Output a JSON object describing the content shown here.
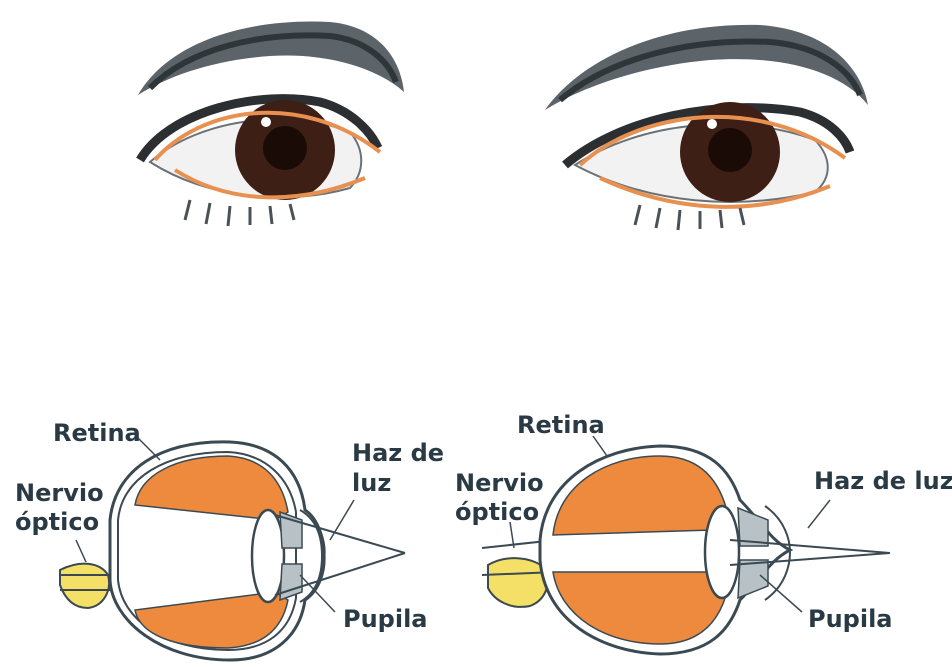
{
  "colors": {
    "eye_outline": "#e89050",
    "iris": "#3e1f16",
    "orange_fill": "#ee8a3e",
    "lens_fill": "#b8c2c6",
    "nerve_fill": "#f4e066",
    "stroke": "#3b4a52",
    "label_text": "#2a3a44"
  },
  "icons": {
    "top_left": "eye-icon",
    "top_right": "eye-icon",
    "bottom_left": "eyeball-cross-section-icon",
    "bottom_right": "eyeball-cross-section-icon"
  },
  "diagrams": [
    {
      "retina": "Retina",
      "nervio_line1": "Nervio",
      "nervio_line2": "óptico",
      "haz_line1": "Haz de",
      "haz_line2": "luz",
      "pupila": "Pupila"
    },
    {
      "retina": "Retina",
      "nervio_line1": "Nervio",
      "nervio_line2": "óptico",
      "haz": "Haz de luz",
      "pupila": "Pupila"
    }
  ]
}
